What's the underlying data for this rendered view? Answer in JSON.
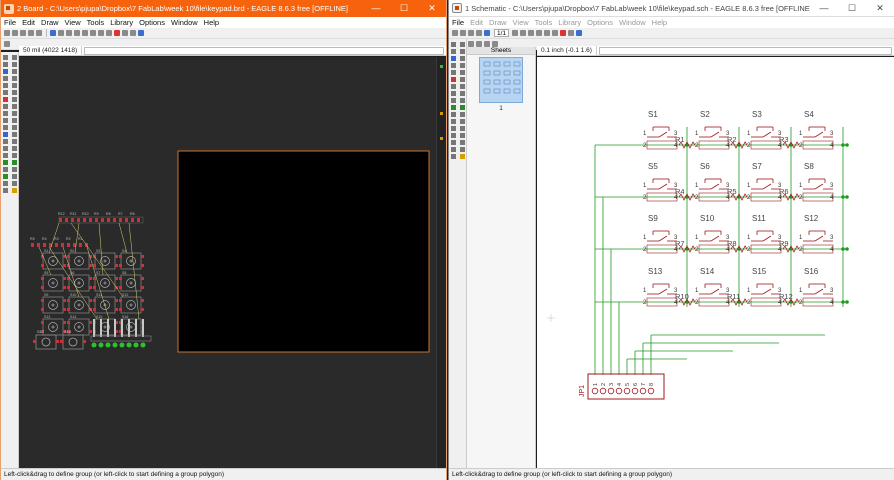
{
  "board_window": {
    "title": "2 Board - C:\\Users\\pjupa\\Dropbox\\7 FabLab\\week 10\\file\\keypad.brd - EAGLE 8.6.3 free [OFFLINE]",
    "menu": [
      "File",
      "Edit",
      "Draw",
      "View",
      "Tools",
      "Library",
      "Options",
      "Window",
      "Help"
    ],
    "grid_readout": "50 mil (4022 1418)",
    "status": "Left-click&drag to define group (or left-click to start defining a group polygon)",
    "part_labels_top": [
      "R12",
      "R11",
      "R10",
      "R9",
      "R8",
      "R7",
      "R6"
    ],
    "part_labels_mid": [
      "R5",
      "R4",
      "R3",
      "R2",
      "R1"
    ],
    "switch_labels": [
      "S1",
      "S2",
      "S3",
      "S4",
      "S5",
      "S6",
      "S7",
      "S8",
      "S9",
      "S10",
      "S11",
      "S12",
      "S13",
      "S14",
      "S15",
      "S16"
    ],
    "bottom_labels": [
      "S17",
      "S18"
    ]
  },
  "schematic_window": {
    "title": "1 Schematic - C:\\Users\\pjupa\\Dropbox\\7 FabLab\\week 10\\file\\keypad.sch - EAGLE 8.6.3 free [OFFLINE]",
    "menu": [
      "File",
      "Edit",
      "Draw",
      "View",
      "Tools",
      "Library",
      "Options",
      "Window",
      "Help"
    ],
    "sheet_combo": "1/1",
    "sheets_label": "Sheets",
    "sheet_number": "1",
    "grid_readout": "0.1 inch (-0.1 1.6)",
    "status": "Left-click&drag to define group (or left-click to start defining a group polygon)",
    "switches": [
      "S1",
      "S2",
      "S3",
      "S4",
      "S5",
      "S6",
      "S7",
      "S8",
      "S9",
      "S10",
      "S11",
      "S12",
      "S13",
      "S14",
      "S15",
      "S16"
    ],
    "resistors": [
      "R1",
      "R2",
      "R3",
      "R4",
      "R5",
      "R6",
      "R7",
      "R8",
      "R9",
      "R10",
      "R11",
      "R12"
    ],
    "connector": "JP1",
    "pin_labels": [
      "1",
      "2",
      "3",
      "4"
    ],
    "connector_pins": [
      "1",
      "2",
      "3",
      "4",
      "5",
      "6",
      "7",
      "8"
    ]
  },
  "window_controls": {
    "minimize": "—",
    "maximize": "☐",
    "close": "✕"
  },
  "colors": {
    "board_titlebar": "#f7630c",
    "board_canvas": "#2a2a2a",
    "schematic_wire": "#1f9a1f",
    "schematic_part": "#a01818",
    "pad_red": "#c8323c",
    "pad_green": "#2fc02f"
  }
}
